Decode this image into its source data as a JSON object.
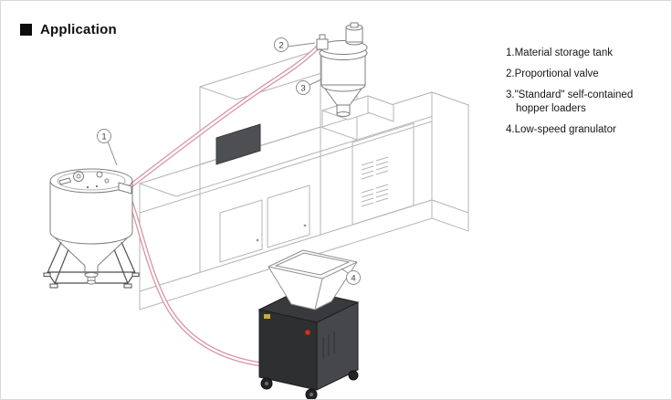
{
  "header": {
    "title": "Application"
  },
  "legend": {
    "items": [
      {
        "label": "1.Material storage tank"
      },
      {
        "label": "2.Proportional valve"
      },
      {
        "label": "3.\"Standard\" self-contained hopper loaders"
      },
      {
        "label": "4.Low-speed granulator"
      }
    ]
  },
  "diagram": {
    "callouts": [
      {
        "num": "1",
        "target": "material-storage-tank"
      },
      {
        "num": "2",
        "target": "proportional-valve"
      },
      {
        "num": "3",
        "target": "hopper-loader"
      },
      {
        "num": "4",
        "target": "low-speed-granulator"
      }
    ],
    "colors": {
      "tube": "#d795a2",
      "machine_outline": "#b6b6b6",
      "granulator_body": "#2e2f31"
    }
  }
}
